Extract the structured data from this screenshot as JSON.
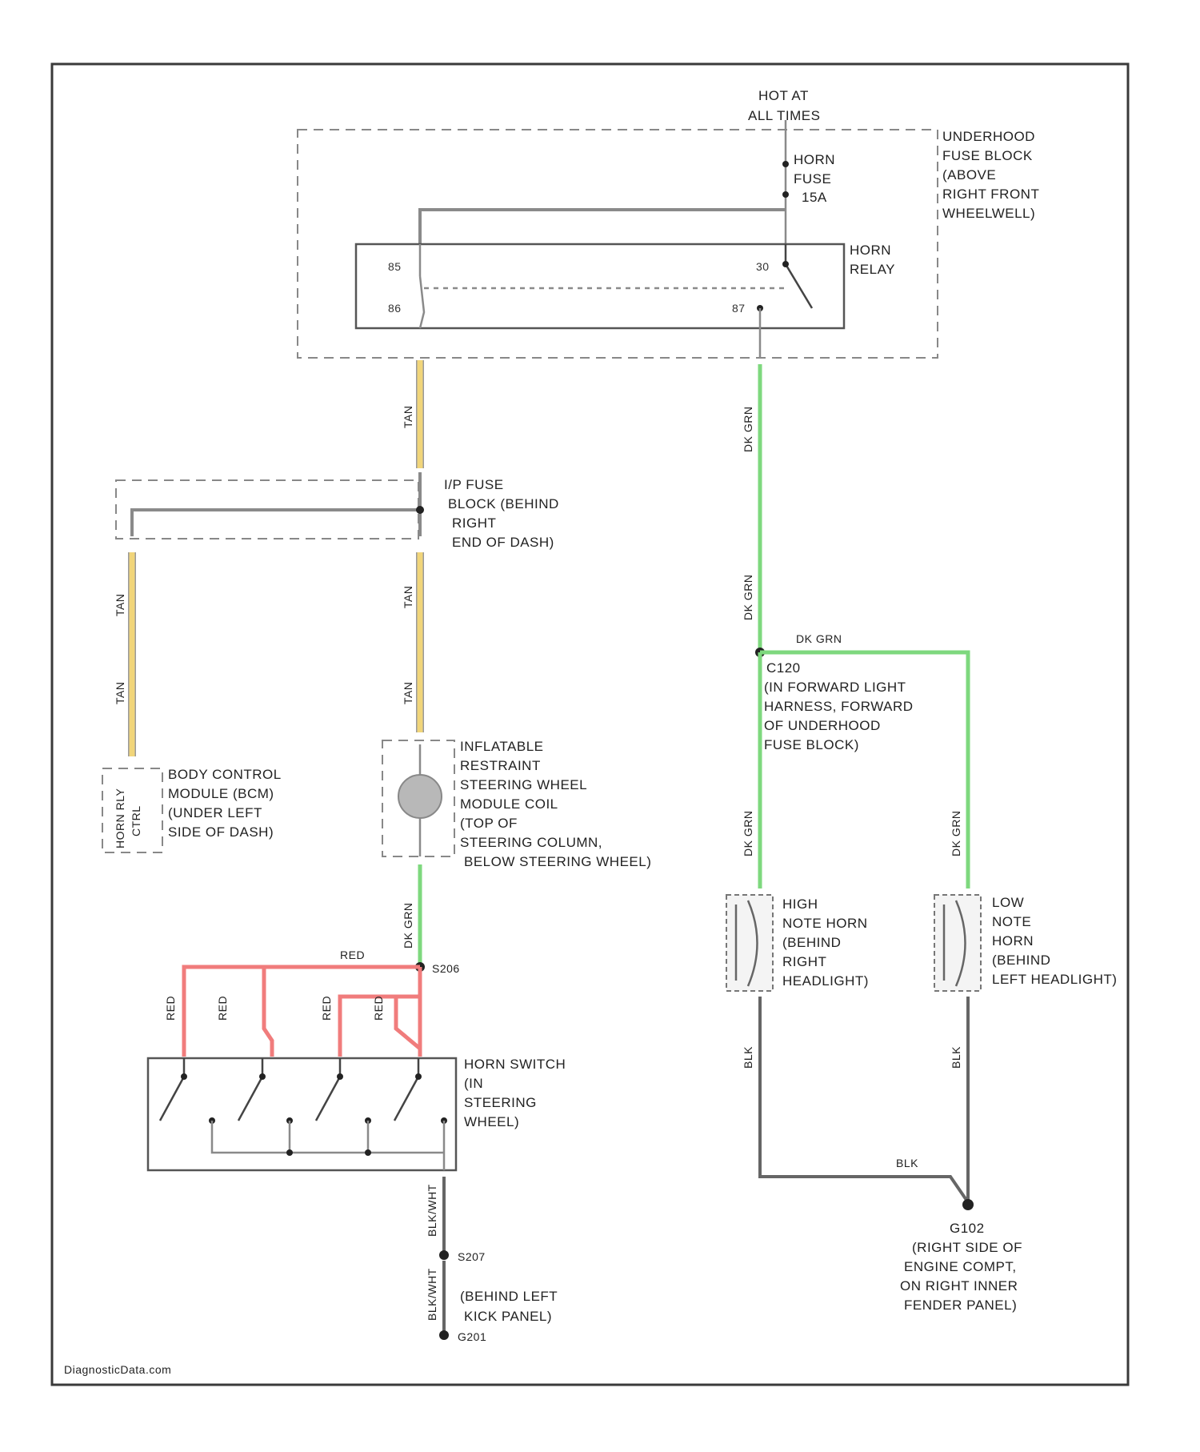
{
  "diagram": {
    "power_source": [
      "HOT AT",
      "ALL TIMES"
    ],
    "underhood_fuse_block": [
      "UNDERHOOD",
      "FUSE BLOCK",
      "(ABOVE",
      "RIGHT FRONT",
      "WHEELWELL)"
    ],
    "horn_fuse": [
      "HORN",
      "FUSE",
      "15A"
    ],
    "horn_relay": [
      "HORN",
      "RELAY"
    ],
    "relay_pins": {
      "p85": "85",
      "p86": "86",
      "p30": "30",
      "p87": "87"
    },
    "ip_fuse_block": [
      "I/P FUSE",
      "BLOCK (BEHIND",
      "RIGHT",
      "END OF DASH)"
    ],
    "body_control_module": [
      "BODY CONTROL",
      "MODULE (BCM)",
      "(UNDER LEFT",
      "SIDE OF DASH)"
    ],
    "bcm_side_label": [
      "HORN RLY",
      "CTRL"
    ],
    "inflatable_restraint": [
      "INFLATABLE",
      "RESTRAINT",
      "STEERING WHEEL",
      "MODULE COIL",
      "(TOP OF",
      "STEERING COLUMN,",
      "BELOW STEERING WHEEL)"
    ],
    "splice_c120": [
      "C120",
      "(IN FORWARD LIGHT",
      "HARNESS, FORWARD",
      "OF UNDERHOOD",
      "FUSE BLOCK)"
    ],
    "high_note_horn": [
      "HIGH",
      "NOTE HORN",
      "(BEHIND",
      "RIGHT",
      "HEADLIGHT)"
    ],
    "low_note_horn": [
      "LOW",
      "NOTE",
      "HORN",
      "(BEHIND",
      "LEFT HEADLIGHT)"
    ],
    "horn_switch": [
      "HORN SWITCH",
      "(IN",
      "STEERING",
      "WHEEL)"
    ],
    "ground_g102": [
      "G102",
      "(RIGHT SIDE OF",
      "ENGINE COMPT,",
      "ON RIGHT INNER",
      "FENDER PANEL)"
    ],
    "ground_g201": "G201",
    "splice_s207": "S207",
    "s207_location": [
      "(BEHIND LEFT",
      "KICK PANEL)"
    ],
    "splice_s206": "S206",
    "wire_labels": {
      "tan": "TAN",
      "dk_grn": "DK GRN",
      "red": "RED",
      "blk": "BLK",
      "blk_wht": "BLK/WHT"
    },
    "watermark": "DiagnosticData.com"
  }
}
